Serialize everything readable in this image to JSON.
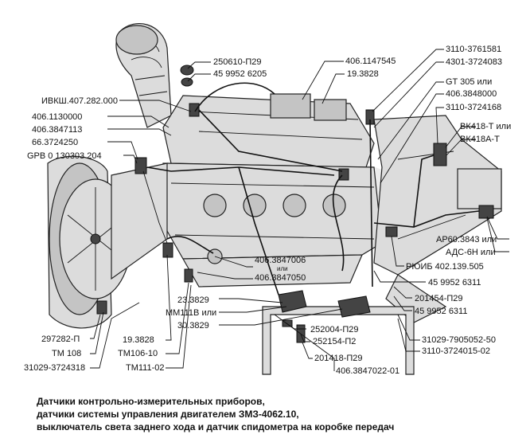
{
  "labels": {
    "l1": "250610-П29",
    "l2": "45 9952 6205",
    "l3": "406.1147545",
    "l4": "19.3828",
    "l5": "3110-3761581",
    "l6": "4301-3724083",
    "l7": "GT 305 или",
    "l8": "406.3848000",
    "l9": "3110-3724168",
    "l10": "ВК418-Т или",
    "l11": "ВК418А-Т",
    "l12": "ИВКШ.407.282.000",
    "l13": "406.1130000",
    "l14": "406.3847113",
    "l15": "66.3724250",
    "l16": "GPB 0 130303 204",
    "l17": "АР60.3843 или",
    "l18": "АДС-6Н или",
    "l19": "РЮИБ 402.139.505",
    "l20": "406.3847006",
    "l21": "или",
    "l22": "406.3847050",
    "l23": "45 9952 6311",
    "l24": "201454-П29",
    "l25": "45 9952 6311",
    "l26": "23.3829",
    "l27": "ММ111В или",
    "l28": "30.3829",
    "l29": "252004-П29",
    "l30": "252154-П2",
    "l31": "31029-7905052-50",
    "l32": "3110-3724015-02",
    "l33": "201418-П29",
    "l34": "406.3847022-01",
    "l35": "297282-П",
    "l36": "ТМ 108",
    "l37": "31029-3724318",
    "l38": "19.3828",
    "l39": "ТМ106-10",
    "l40": "ТМ111-02"
  },
  "caption": {
    "line1": "Датчики контрольно-измерительных приборов,",
    "line2": "датчики системы управления двигателем ЗМЗ-4062.10,",
    "line3": "выключатель света заднего хода и датчик спидометра на коробке передач"
  }
}
